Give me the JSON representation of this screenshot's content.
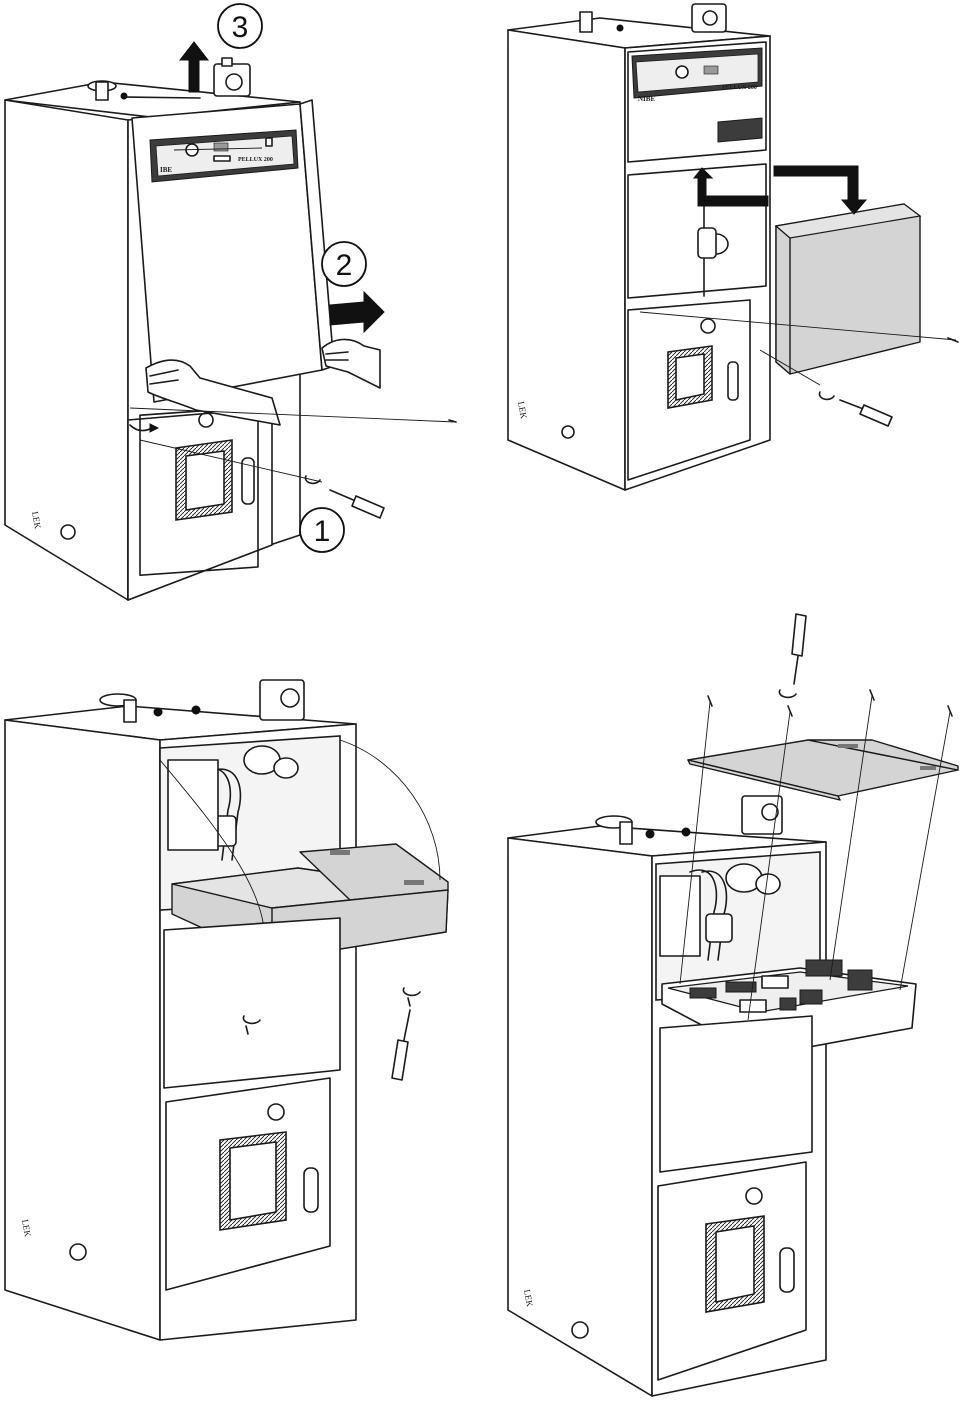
{
  "steps": [
    {
      "number": "1"
    },
    {
      "number": "2"
    },
    {
      "number": "3"
    }
  ],
  "labels": {
    "brand_short": "IBE",
    "product": "PELLUX 200",
    "brand_top_right": "NIBE",
    "side_mark": "LEK"
  },
  "colors": {
    "panel_grey": "#d4d4d4",
    "arrow_black": "#111111",
    "line": "#1a1a1a"
  }
}
